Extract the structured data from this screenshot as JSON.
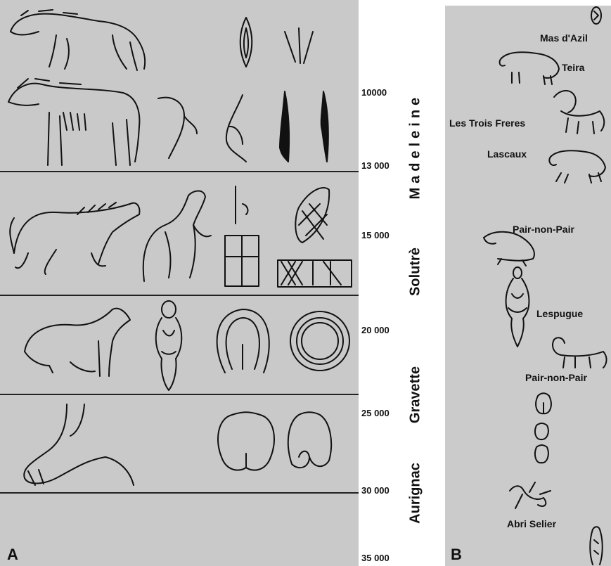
{
  "panel_a": {
    "letter": "A",
    "periods": [
      "Madeleine",
      "Solutrè",
      "Gravette",
      "Aurignac"
    ],
    "years": [
      "10000",
      "13 000",
      "15 000",
      "20 000",
      "25 000",
      "30 000",
      "35 000"
    ]
  },
  "panel_b": {
    "letter": "B",
    "sites": [
      "Mas d'Azil",
      "Teira",
      "Les Trois Freres",
      "Lascaux",
      "Pair-non-Pair",
      "Lespugue",
      "Pair-non-Pair",
      "Abri Selier"
    ]
  }
}
